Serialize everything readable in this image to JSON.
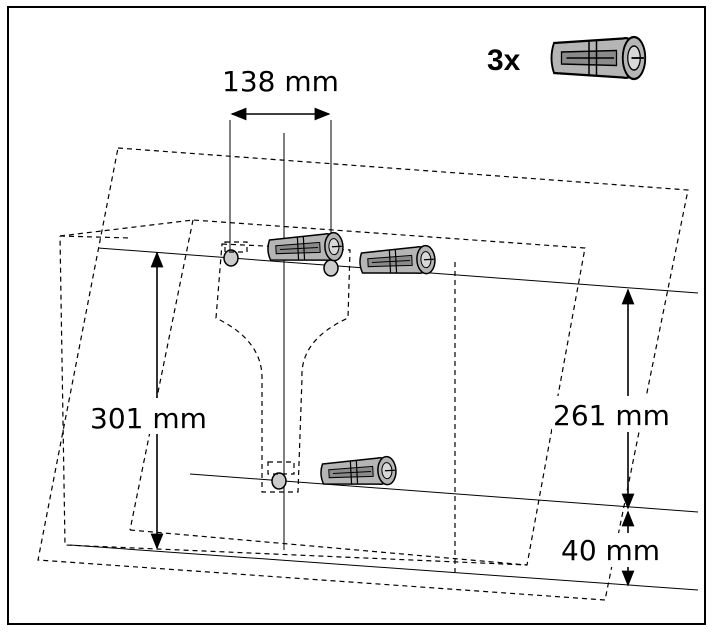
{
  "labels": {
    "quantity": "3x",
    "spacing_width": "138 mm",
    "total_height": "301 mm",
    "upper_height": "261 mm",
    "lower_height": "40 mm"
  },
  "icons": [
    "wall-plug-icon",
    "screw-hole-icon"
  ],
  "colors": {
    "plug_fill": "#b5b5b5",
    "plug_dark": "#8a8a8a",
    "line": "#000000",
    "background": "#ffffff"
  }
}
